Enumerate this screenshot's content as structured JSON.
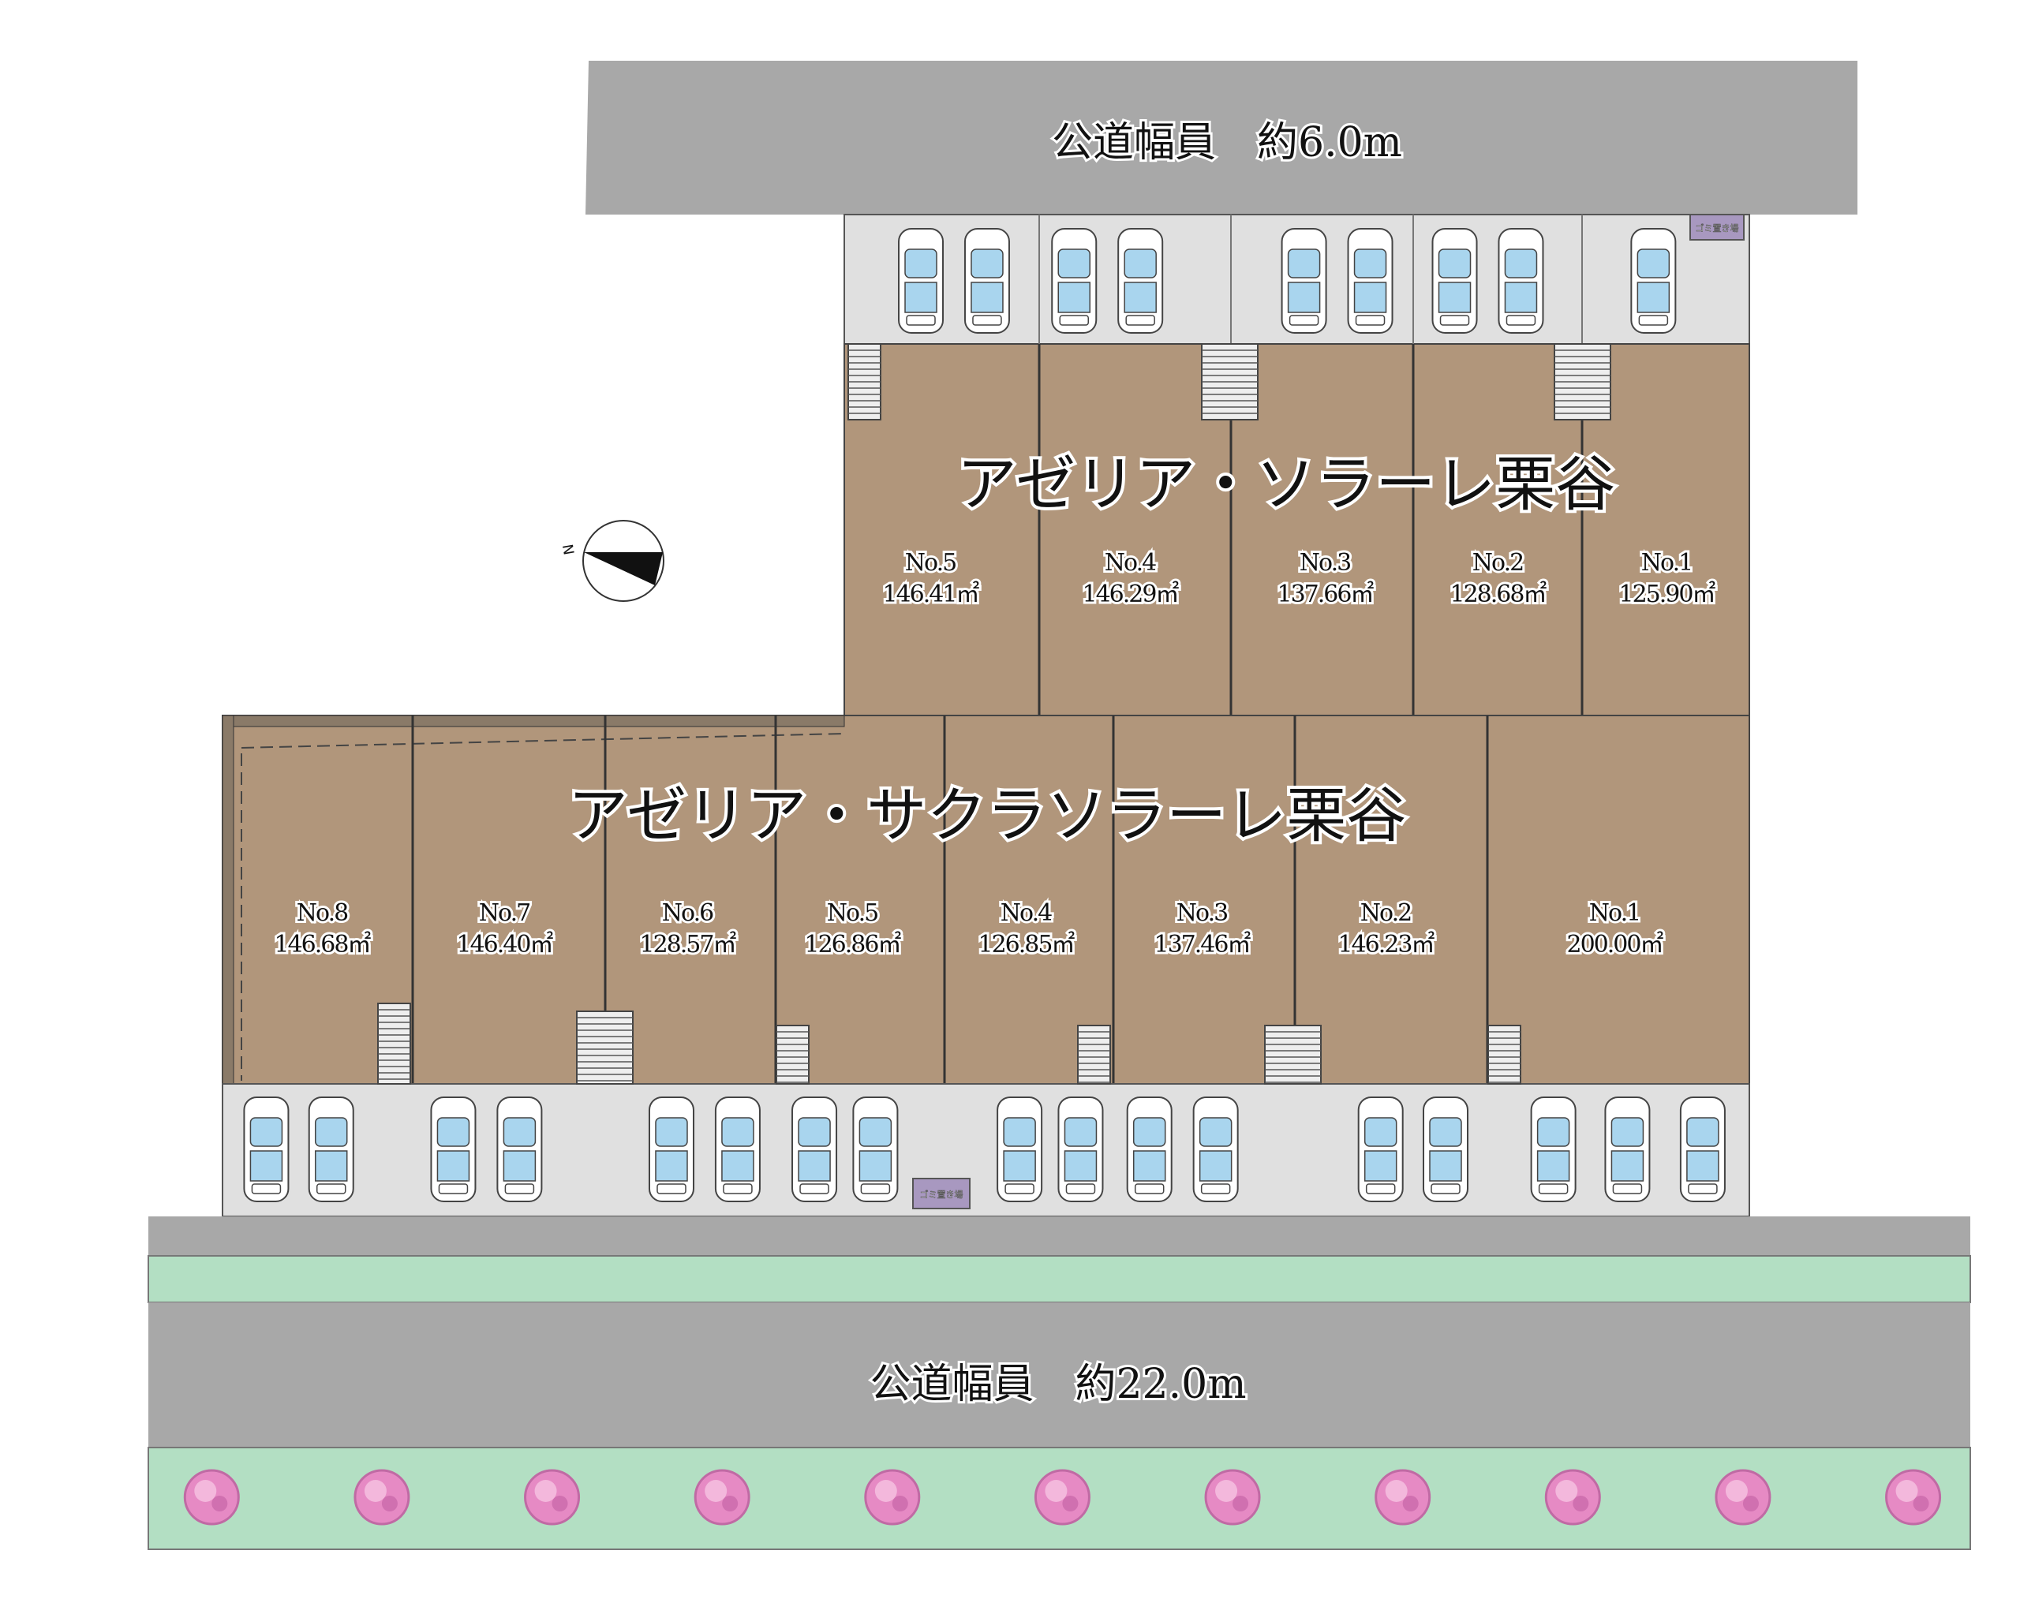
{
  "roads": {
    "north": "公道幅員　約6.0m",
    "south": "公道幅員　約22.0m"
  },
  "compass": {
    "north_label": "N"
  },
  "garbage_label": "ゴミ置き場",
  "developments": [
    {
      "name": "アゼリア・ソラーレ栗谷",
      "lots": [
        {
          "no": "No.5",
          "area": "146.41㎡"
        },
        {
          "no": "No.4",
          "area": "146.29㎡"
        },
        {
          "no": "No.3",
          "area": "137.66㎡"
        },
        {
          "no": "No.2",
          "area": "128.68㎡"
        },
        {
          "no": "No.1",
          "area": "125.90㎡"
        }
      ]
    },
    {
      "name": "アゼリア・サクラソラーレ栗谷",
      "lots": [
        {
          "no": "No.8",
          "area": "146.68㎡"
        },
        {
          "no": "No.7",
          "area": "146.40㎡"
        },
        {
          "no": "No.6",
          "area": "128.57㎡"
        },
        {
          "no": "No.5",
          "area": "126.86㎡"
        },
        {
          "no": "No.4",
          "area": "126.85㎡"
        },
        {
          "no": "No.3",
          "area": "137.46㎡"
        },
        {
          "no": "No.2",
          "area": "146.23㎡"
        },
        {
          "no": "No.1",
          "area": "200.00㎡"
        }
      ]
    }
  ],
  "colors": {
    "lot": "#b1967b",
    "road": "#a8a8a8",
    "parking": "#e0e0e0",
    "green": "#b3dfc3",
    "garbage": "#a898c0",
    "tree": "#e68ac4",
    "car_glass": "#a9d5ee"
  }
}
